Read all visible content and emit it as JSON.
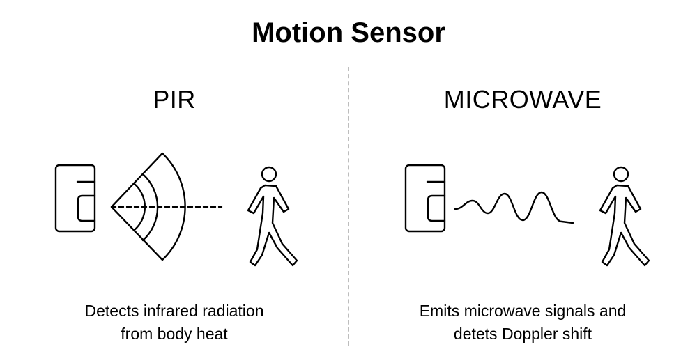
{
  "title": "Motion Sensor",
  "panels": [
    {
      "heading": "PIR",
      "caption_lines": [
        "Detects infrared radiation",
        "from body heat"
      ],
      "icons": [
        "sensor-device-icon",
        "detection-cone-icon",
        "walking-person-icon"
      ]
    },
    {
      "heading": "MICROWAVE",
      "caption_lines": [
        "Emits microwave signals and",
        "detets Doppler shift"
      ],
      "icons": [
        "sensor-device-icon",
        "microwave-wave-icon",
        "walking-person-icon"
      ]
    }
  ],
  "colors": {
    "text": "#000000",
    "divider": "#bdbdbd",
    "background": "#ffffff"
  }
}
